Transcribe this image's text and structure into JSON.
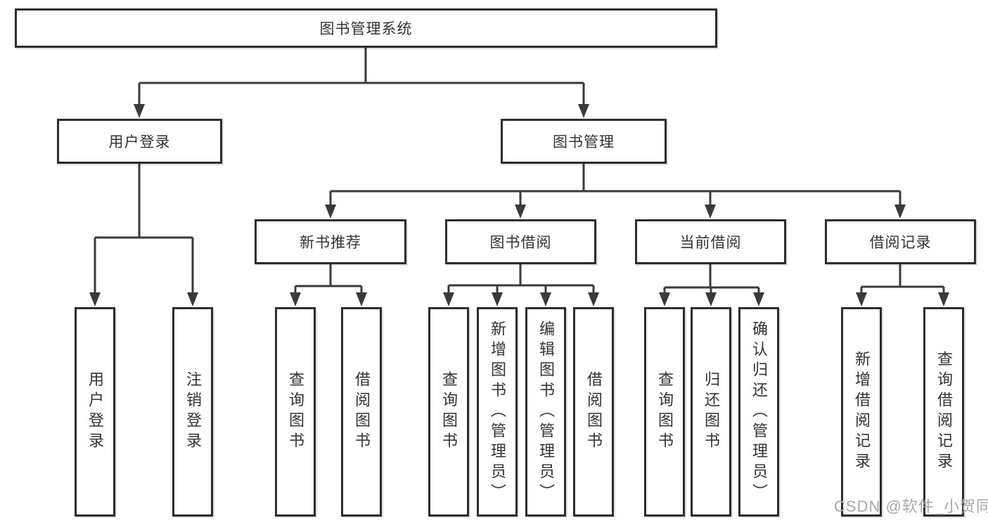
{
  "nodes": {
    "root": "图书管理系统",
    "user_login": "用户登录",
    "book_management": "图书管理",
    "user_login_leaf": "用户登录",
    "logout_leaf": "注销登录",
    "new_book_recommend": "新书推荐",
    "book_borrow": "图书借阅",
    "current_borrow": "当前借阅",
    "borrow_records": "借阅记录",
    "nb_query_books": "查询图书",
    "nb_borrow_books": "借阅图书",
    "bb_query_books": "查询图书",
    "bb_add_books": "新增图书（管理员）",
    "bb_edit_books": "编辑图书（管理员）",
    "bb_borrow_books": "借阅图书",
    "cb_query_books": "查询图书",
    "cb_return_books": "归还图书",
    "cb_confirm_return": "确认归还（管理员）",
    "br_add_record": "新增借阅记录",
    "br_query_record": "查询借阅记录"
  },
  "watermark": "CSDN @软件_小贺同学",
  "colors": {
    "line": "#3a3a3a",
    "border": "#2d2d2d",
    "text": "#333333",
    "watermark": "#a8a8a8",
    "background": "#ffffff"
  }
}
